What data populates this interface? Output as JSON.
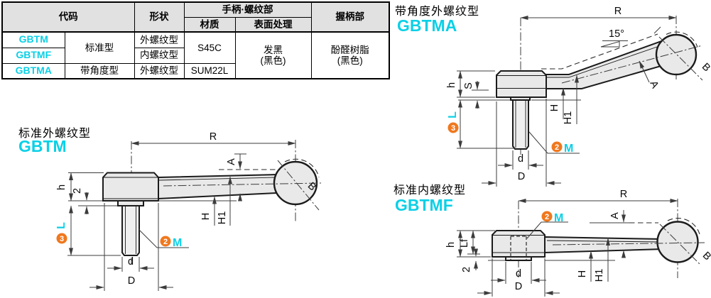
{
  "colors": {
    "accent": "#0bd0e6",
    "badge": "#f0781e",
    "part_fill": "#e9e9e9",
    "header_bg": "#e1e1e1"
  },
  "table": {
    "header": {
      "code": "代码",
      "shape": "形状",
      "handle_thread": "手柄·螺纹部",
      "material": "材质",
      "surface": "表面处理",
      "grip": "握柄部"
    },
    "codes": {
      "r1": "GBTM",
      "r2": "GBTMF",
      "r3": "GBTMA"
    },
    "types": {
      "standard": "标准型",
      "angled": "带角度型"
    },
    "shapes": {
      "r1": "外螺纹型",
      "r2": "内螺纹型",
      "r3": "外螺纹型"
    },
    "materials": {
      "r12": "S45C",
      "r3": "SUM22L"
    },
    "surface": {
      "line1": "发黑",
      "line2": "(黑色)"
    },
    "grip": {
      "line1": "酚醛树脂",
      "line2": "(黑色)"
    }
  },
  "drawings": {
    "gbtm": {
      "title": "标准外螺纹型",
      "code": "GBTM",
      "dims": {
        "R": "R",
        "A": "A",
        "B": "B",
        "h": "h",
        "two": "2",
        "L": "L",
        "H": "H",
        "H1": "H1",
        "M": "M",
        "d": "d",
        "D": "D"
      },
      "badges": {
        "M": "2",
        "L": "3"
      }
    },
    "gbtma": {
      "title": "带角度外螺纹型",
      "code": "GBTMA",
      "angle": "15°",
      "dims": {
        "R": "R",
        "A": "A",
        "B": "B",
        "h": "h",
        "S": "S",
        "L": "L",
        "H": "H",
        "H1": "H1",
        "M": "M",
        "d": "d",
        "D": "D"
      },
      "badges": {
        "M": "2",
        "L": "3"
      }
    },
    "gbtmf": {
      "title": "标准内螺纹型",
      "code": "GBTMF",
      "dims": {
        "R": "R",
        "A": "A",
        "B": "B",
        "h": "h",
        "Lf": "Lf",
        "two": "2",
        "H": "H",
        "H1": "H1",
        "M": "M",
        "d": "d",
        "D": "D"
      },
      "badges": {
        "M": "2"
      }
    }
  }
}
